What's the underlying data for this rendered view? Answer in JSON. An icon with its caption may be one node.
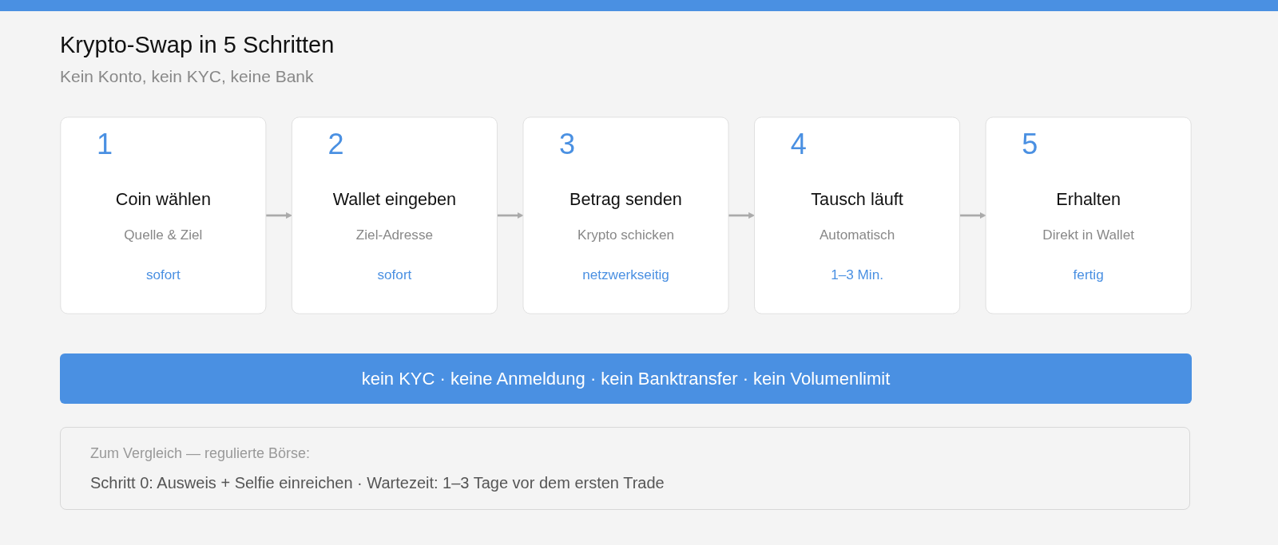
{
  "diagram": {
    "title": "Krypto-Swap in 5 Schritten",
    "nodes": [
      {
        "text": [
          "1",
          "Coin wählen",
          "Quelle & Ziel",
          "sofort"
        ]
      },
      {
        "text": [
          "2",
          "Wallet eingeben",
          "Ziel-Adresse",
          "sofort"
        ]
      },
      {
        "text": [
          "3",
          "Betrag senden",
          "Krypto schicken",
          "netzwerkseitig"
        ]
      },
      {
        "text": [
          "4",
          "Tausch läuft",
          "Automatisch",
          "1–3 Min."
        ]
      },
      {
        "text": [
          "5",
          "Erhalten",
          "Direkt in Wallet",
          "fertig"
        ]
      }
    ],
    "edges": [
      {
        "from": 0,
        "to": 1,
        "arrow": "to"
      },
      {
        "from": 1,
        "to": 2,
        "arrow": "to"
      },
      {
        "from": 2,
        "to": 3,
        "arrow": "to"
      },
      {
        "from": 3,
        "to": 4,
        "arrow": "to"
      }
    ],
    "labels": [
      "Kein Konto, kein KYC, keine Bank",
      "kein KYC · keine Anmeldung · kein Banktransfer · kein Volumenlimit",
      "Zum Vergleich — regulierte Börse:",
      "Schritt 0: Ausweis + Selfie einreichen · Wartezeit: 1–3 Tage vor dem ersten Trade"
    ]
  }
}
